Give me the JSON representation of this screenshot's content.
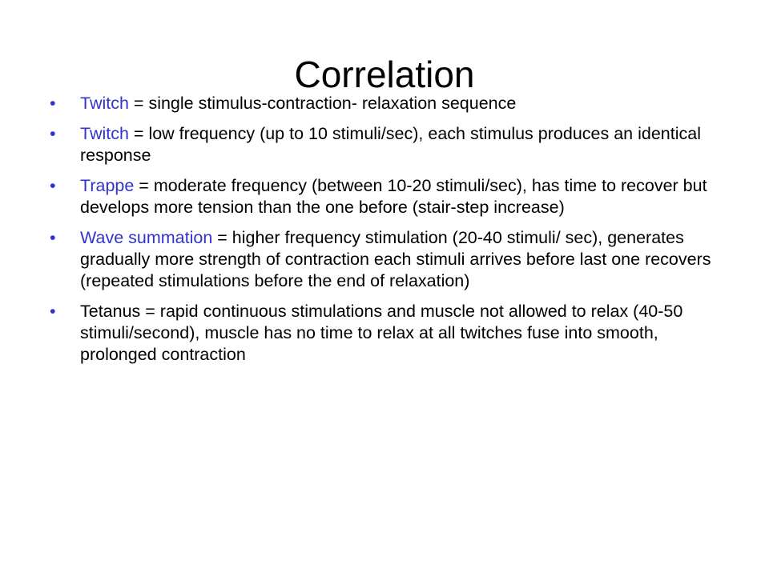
{
  "slide": {
    "title": "Correlation",
    "bullet_color": "#3333cc",
    "bullets": [
      {
        "term": "Twitch",
        "text": " = single stimulus-contraction- relaxation sequence"
      },
      {
        "term": "Twitch",
        "text": " = low frequency (up to 10 stimuli/sec), each stimulus produces an identical  response"
      },
      {
        "term": "Trappe",
        "text": " = moderate frequency (between 10-20 stimuli/sec), has time to recover but develops more tension than the one   before (stair-step increase)"
      },
      {
        "term": "Wave summation",
        "text": " = higher frequency stimulation (20-40 stimuli/ sec), generates gradually more strength of contraction each stimuli arrives before last one recovers (repeated stimulations before the end of relaxation)"
      },
      {
        "term": "",
        "text": "Tetanus = rapid continuous stimulations and muscle not allowed to relax (40-50 stimuli/second), muscle has no time to relax at all twitches fuse into smooth, prolonged contraction"
      }
    ]
  }
}
